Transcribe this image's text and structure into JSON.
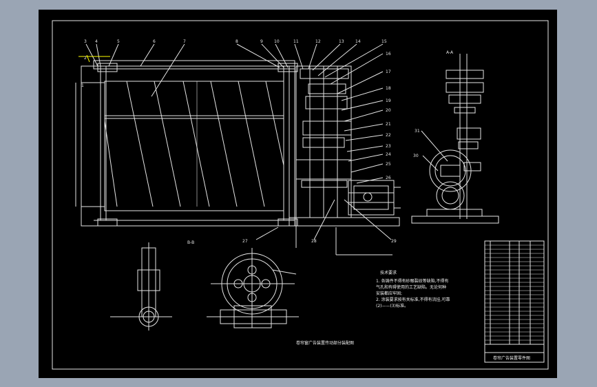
{
  "colors": {
    "background": "#9aa5b4",
    "sheet": "#000000",
    "line": "#e6e6e6",
    "accent": "#ffff00",
    "parts": "#e6e6e6"
  },
  "drawing": {
    "part_numbers_top": [
      "3",
      "4",
      "5",
      "6",
      "7",
      "8",
      "9",
      "10",
      "11",
      "12",
      "13",
      "14",
      "15"
    ],
    "part_numbers_right": [
      "16",
      "17",
      "18",
      "19",
      "20",
      "21",
      "22",
      "23",
      "24",
      "25",
      "26"
    ],
    "part_numbers_bottom": [
      "27",
      "28",
      "29"
    ],
    "part_numbers_left": [
      "2",
      "1"
    ],
    "side_view_label": "A-A",
    "side_view_part_numbers": [
      "31",
      "30"
    ],
    "section_label": "B-B",
    "tech_title": "技术要求",
    "tech_lines": [
      "1. 各铸件不得有砂眼裂纹等缺陷,不得有",
      "   气孔和有碍使用的工艺缺陷。无论何种",
      "   安装都应牢固;",
      "2. 涂装要求按有关标准,不得有流挂,可靠",
      "   (2)——(3)标准。"
    ],
    "drawing_title": "卷帘窗广告装置传动部分装配图",
    "title_block": "卷帘广告装置零件图"
  }
}
